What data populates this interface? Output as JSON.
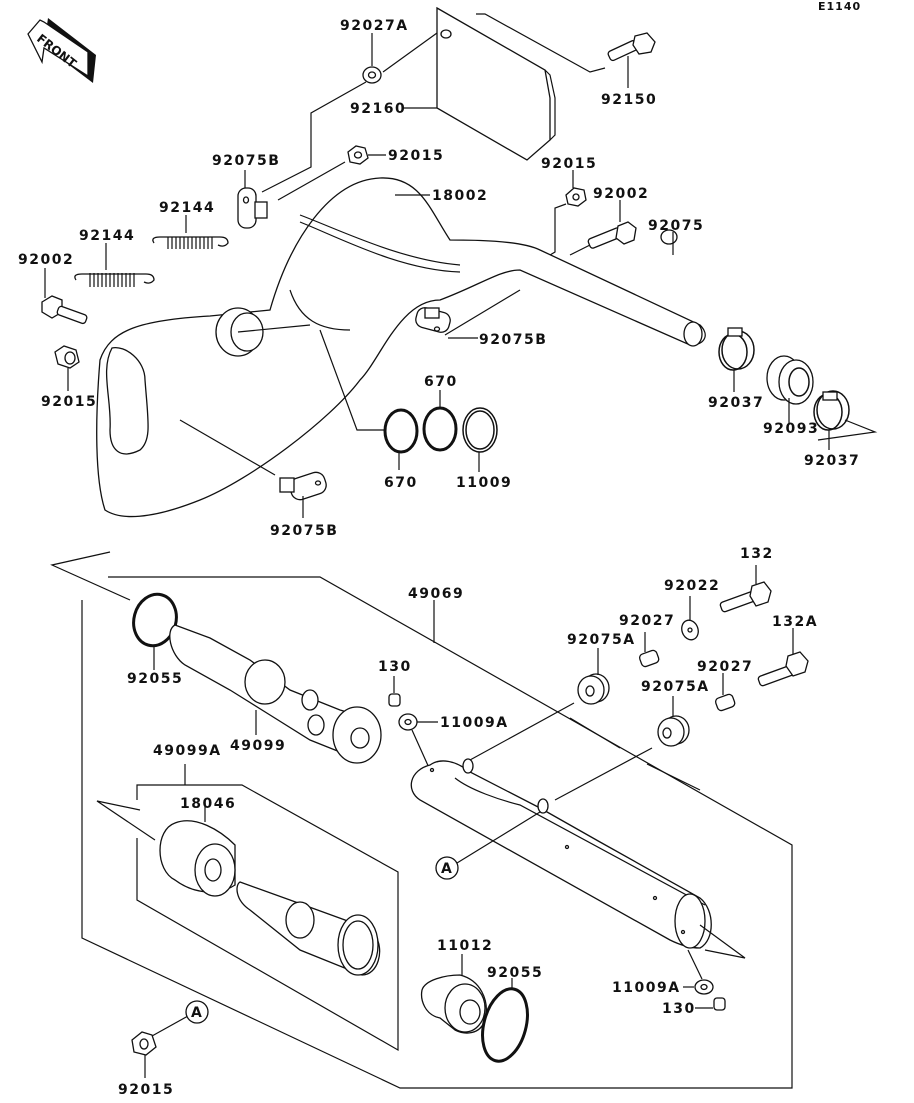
{
  "diagram": {
    "code": "E1140",
    "front_label": "FRONT",
    "reference_marker": "A",
    "parts": {
      "p92027A": "92027A",
      "p92160": "92160",
      "p92150": "92150",
      "p92075B_top": "92075B",
      "p92015_top": "92015",
      "p18002": "18002",
      "p92015_mid": "92015",
      "p92002_right": "92002",
      "p92075": "92075",
      "p92144_a": "92144",
      "p92144_b": "92144",
      "p92002_left": "92002",
      "p92015_left": "92015",
      "p92075B_mid": "92075B",
      "p670_top": "670",
      "p670_bottom": "670",
      "p11009": "11009",
      "p92037_a": "92037",
      "p92093": "92093",
      "p92037_b": "92037",
      "p92075B_low": "92075B",
      "p49069": "49069",
      "p92055_top": "92055",
      "p49099": "49099",
      "p130_top": "130",
      "p11009A_top": "11009A",
      "p132": "132",
      "p92022": "92022",
      "p92027_a": "92027",
      "p92075A_a": "92075A",
      "p132A": "132A",
      "p92027_b": "92027",
      "p92075A_b": "92075A",
      "p49099A": "49099A",
      "p18046": "18046",
      "p11012": "11012",
      "p92055_bottom": "92055",
      "p11009A_bottom": "11009A",
      "p130_bottom": "130",
      "p92015_bottom": "92015"
    }
  }
}
